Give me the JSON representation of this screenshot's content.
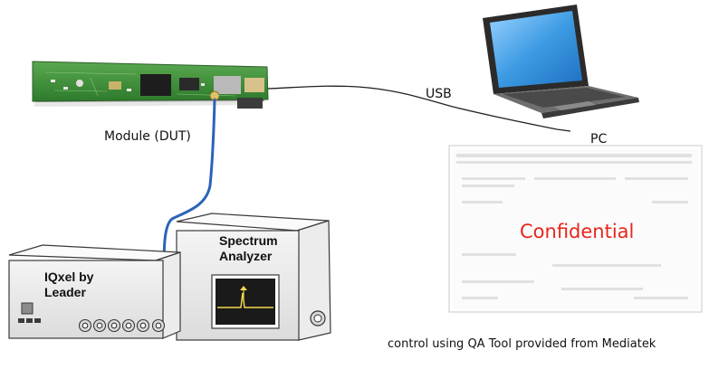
{
  "labels": {
    "module": "Module (DUT)",
    "usb": "USB",
    "pc": "PC",
    "iqxel_line1": "IQxel by",
    "iqxel_line2": "Leader",
    "spectrum_line1": "Spectrum",
    "spectrum_line2": "Analyzer",
    "confidential": "Confidential",
    "caption": "control using QA Tool provided from Mediatek"
  },
  "colors": {
    "rf_cable": "#2b63b8",
    "usb_cable": "#222222",
    "pcb": "#3f8f3a",
    "confidential_text": "#e8261c",
    "laptop_screen": "#3d9be3"
  }
}
